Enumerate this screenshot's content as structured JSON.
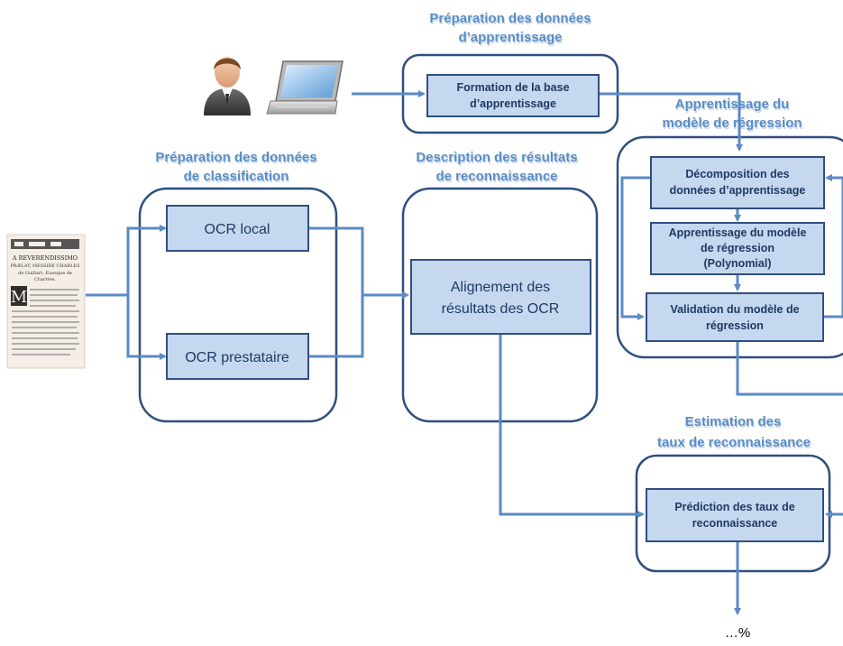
{
  "sections": {
    "prep_learning": {
      "line1": "Préparation des données",
      "line2": "d’apprentissage"
    },
    "learning_model": {
      "line1": "Apprentissage du",
      "line2": "modèle de régression"
    },
    "prep_classification": {
      "line1": "Préparation des données",
      "line2": "de classification"
    },
    "description": {
      "line1": "Description des résultats",
      "line2": "de reconnaissance"
    },
    "estimation": {
      "line1": "Estimation des",
      "line2": "taux de reconnaissance"
    }
  },
  "boxes": {
    "formation": {
      "line1": "Formation de la base",
      "line2": "d’apprentissage"
    },
    "ocr_local": {
      "line1": "OCR local"
    },
    "ocr_prestataire": {
      "line1": "OCR prestataire"
    },
    "alignement": {
      "line1": "Alignement des",
      "line2": "résultats des OCR"
    },
    "decomposition": {
      "line1": "Décomposition des",
      "line2": "données d’apprentissage"
    },
    "apprentissage": {
      "line1": "Apprentissage du modèle",
      "line2": "de régression",
      "line3": "(Polynomial)"
    },
    "validation": {
      "line1": "Validation du modèle de",
      "line2": "régression"
    },
    "prediction": {
      "line1": "Prédiction des taux de",
      "line2": "reconnaissance"
    }
  },
  "output": {
    "result": "…%"
  },
  "document": {
    "header": "A REVERENDISSIMO",
    "line1": "PRÆLAT, MESSIRE CHARLES",
    "line2": "de Guillart, Euesque de",
    "line3": "Chartres.",
    "dropcap": "M"
  },
  "colors": {
    "title": "#5a8ec6",
    "box_fill": "#c5d8f0",
    "border": "#2f4f7f",
    "arrow": "#5b8ac6"
  },
  "icons": [
    "user-icon",
    "laptop-icon",
    "document-image"
  ]
}
